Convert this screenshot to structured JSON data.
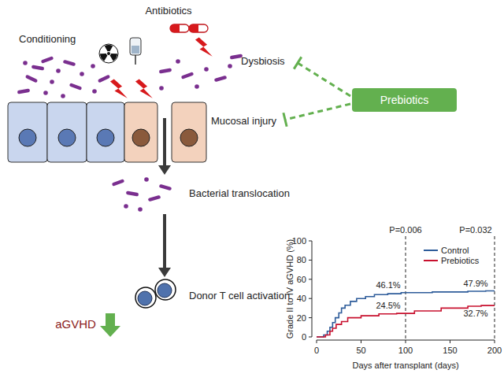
{
  "diagram": {
    "nodes": [
      {
        "text": [
          "Prebiotics"
        ]
      }
    ],
    "labels": [
      "Antibiotics",
      "Conditioning",
      "Dysbiosis",
      "Mucosal injury",
      "Bacterial translocation",
      "Donor T cell activation",
      "aGVHD",
      "P=0.006",
      "P=0.032",
      "46.1%",
      "47.9%",
      "24.5%",
      "32.7%",
      "Grade II to IV aGVHD (%)",
      "Days after transplant (days)",
      "0",
      "20",
      "40",
      "60",
      "80",
      "100",
      "0",
      "50",
      "100",
      "150",
      "200"
    ],
    "legend": [
      {
        "text": "Control"
      },
      {
        "text": "Prebiotics"
      }
    ]
  }
}
